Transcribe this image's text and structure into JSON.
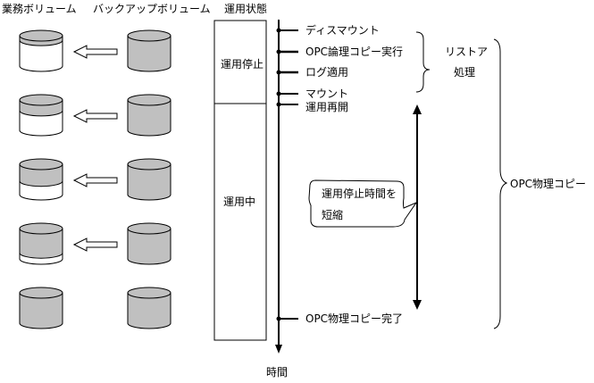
{
  "headers": {
    "business_volume": "業務ボリューム",
    "backup_volume": "バックアップボリューム",
    "operation_state": "運用状態"
  },
  "state_boxes": {
    "stopped": "運用停止",
    "running": "運用中"
  },
  "timeline": {
    "axis_label": "時間",
    "events": [
      {
        "label": "ディスマウント"
      },
      {
        "label": "OPC論理コピー実行"
      },
      {
        "label": "ログ適用"
      },
      {
        "label": "マウント"
      },
      {
        "label": "運用再開"
      },
      {
        "label": "OPC物理コピー完了"
      }
    ]
  },
  "restore_brace": {
    "line1": "リストア",
    "line2": "処理"
  },
  "opc_brace": {
    "label": "OPC物理コピー"
  },
  "callout": {
    "line1": "運用停止時間を",
    "line2": "短縮"
  },
  "volumes": [
    {
      "business_filled_fraction": 0.15,
      "backup_filled_fraction": 1.0,
      "arrow": true
    },
    {
      "business_filled_fraction": 0.35,
      "backup_filled_fraction": 1.0,
      "arrow": true
    },
    {
      "business_filled_fraction": 0.55,
      "backup_filled_fraction": 1.0,
      "arrow": true
    },
    {
      "business_filled_fraction": 0.8,
      "backup_filled_fraction": 1.0,
      "arrow": true
    },
    {
      "business_filled_fraction": 1.0,
      "backup_filled_fraction": 1.0,
      "arrow": false
    }
  ],
  "colors": {
    "fill_gray": "#c0c0c0",
    "line": "#000000",
    "background": "#ffffff"
  }
}
